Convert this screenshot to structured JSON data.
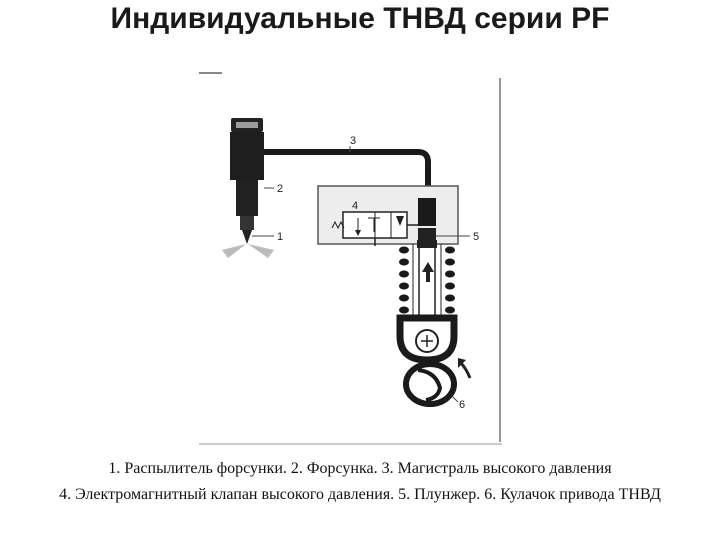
{
  "title": "Индивидуальные ТНВД серии PF",
  "labels": {
    "n1": "1",
    "n2": "2",
    "n3": "3",
    "n4": "4",
    "n5": "5",
    "n6": "6"
  },
  "caption": {
    "line1": "1. Распылитель форсунки. 2.  Форсунка. 3.  Магистраль высокого давления",
    "line2": "4.  Электромагнитный клапан высокого давления. 5.  Плунжер. 6.  Кулачок привода ТНВД"
  }
}
